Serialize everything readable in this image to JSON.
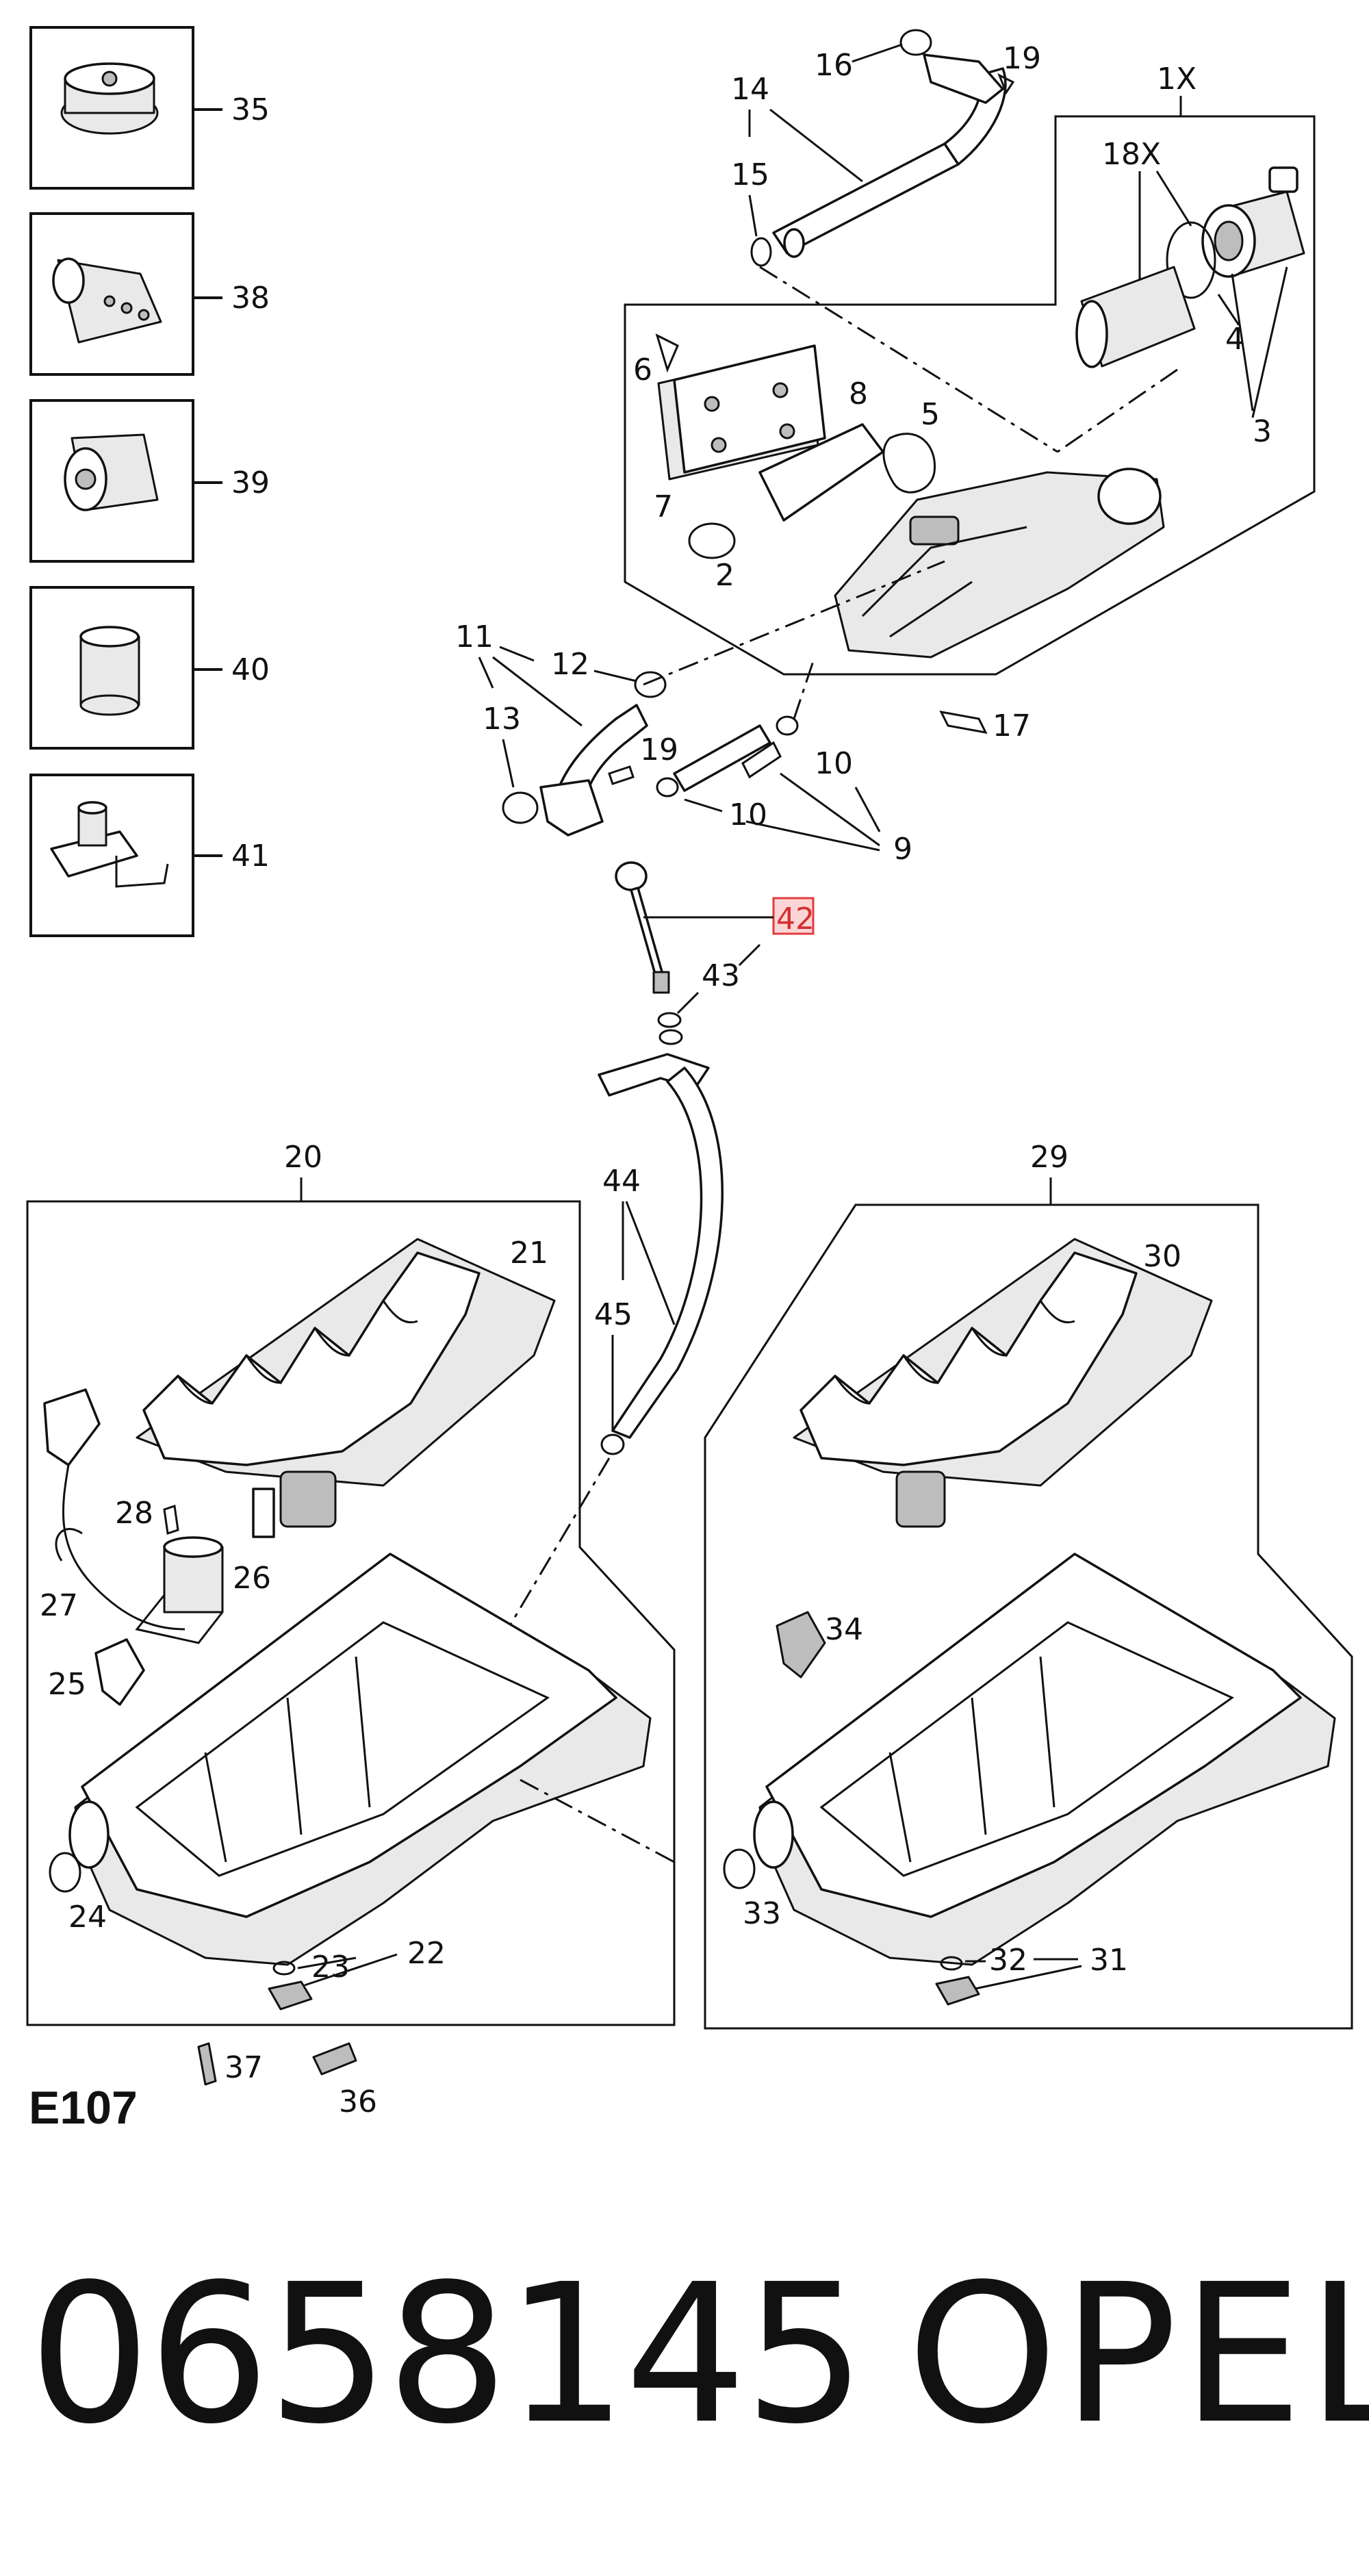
{
  "diagram_code": "E107",
  "part_number": "0658145",
  "brand": "OPEL",
  "highlighted_callout": "42",
  "highlight_color": "#e23c3c",
  "callouts": {
    "c35": "35",
    "c38": "38",
    "c39": "39",
    "c40": "40",
    "c41": "41",
    "c1x": "1X",
    "c18x": "18X",
    "c3": "3",
    "c4": "4",
    "c5": "5",
    "c6": "6",
    "c7": "7",
    "c8": "8",
    "c2": "2",
    "c14": "14",
    "c15": "15",
    "c16": "16",
    "c19a": "19",
    "c19b": "19",
    "c11": "11",
    "c12": "12",
    "c13": "13",
    "c17": "17",
    "c10a": "10",
    "c10b": "10",
    "c9": "9",
    "c42": "42",
    "c43": "43",
    "c44": "44",
    "c45": "45",
    "c20": "20",
    "c21": "21",
    "c22": "22",
    "c23": "23",
    "c24": "24",
    "c25": "25",
    "c26": "26",
    "c27": "27",
    "c28": "28",
    "c29": "29",
    "c30": "30",
    "c31": "31",
    "c32": "32",
    "c33": "33",
    "c34": "34",
    "c36": "36",
    "c37": "37"
  }
}
